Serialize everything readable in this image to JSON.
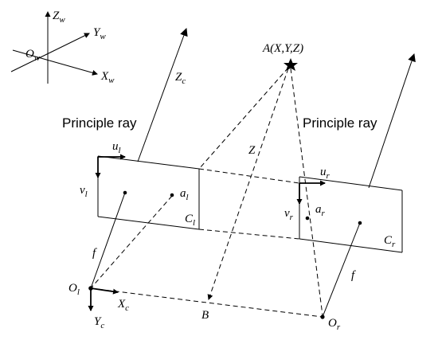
{
  "world_axes": {
    "z": {
      "main": "Z",
      "sub": "w"
    },
    "y": {
      "main": "Y",
      "sub": "w"
    },
    "x": {
      "main": "X",
      "sub": "w"
    },
    "origin": {
      "main": "O",
      "sub": "w"
    }
  },
  "point_A": "A(X,Y,Z)",
  "depth_label": "Z",
  "left_camera": {
    "principal_axis": {
      "main": "Z",
      "sub": "c"
    },
    "ray_label": "Principle ray",
    "u": {
      "main": "u",
      "sub": "l"
    },
    "v": {
      "main": "v",
      "sub": "l"
    },
    "image_point": {
      "main": "a",
      "sub": "l"
    },
    "center": {
      "main": "C",
      "sub": "l"
    },
    "focal": "f",
    "optical_center": {
      "main": "O",
      "sub": "l"
    },
    "x_axis": {
      "main": "X",
      "sub": "c"
    },
    "y_axis": {
      "main": "Y",
      "sub": "c"
    }
  },
  "right_camera": {
    "ray_label": "Principle ray",
    "u": {
      "main": "u",
      "sub": "r"
    },
    "v": {
      "main": "v",
      "sub": "r"
    },
    "image_point": {
      "main": "a",
      "sub": "r"
    },
    "center": {
      "main": "C",
      "sub": "r"
    },
    "focal": "f",
    "optical_center": {
      "main": "O",
      "sub": "r"
    }
  },
  "baseline_point": "B"
}
